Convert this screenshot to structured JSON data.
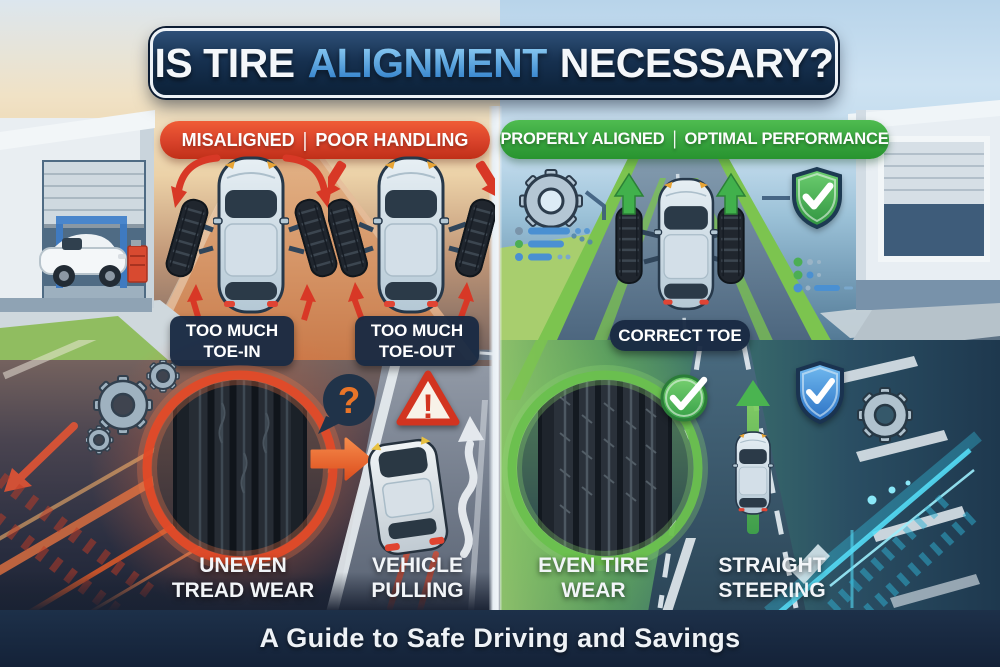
{
  "title": {
    "part1": "IS TIRE",
    "highlight": "ALIGNMENT",
    "part2": "NECESSARY?"
  },
  "headers": {
    "left": {
      "label1": "MISALIGNED",
      "separator": "|",
      "label2": "POOR HANDLING"
    },
    "right": {
      "label1": "PROPERLY ALIGNED",
      "separator": "|",
      "label2": "OPTIMAL PERFORMANCE"
    }
  },
  "left_panel": {
    "badge_toe_in": {
      "line1": "TOO MUCH",
      "line2": "TOE-IN"
    },
    "badge_toe_out": {
      "line1": "TOO MUCH",
      "line2": "TOE-OUT"
    },
    "question_mark": "?",
    "warning_mark": "!",
    "caption_tread": {
      "line1": "UNEVEN",
      "line2": "TREAD WEAR"
    },
    "caption_pulling": {
      "line1": "VEHICLE",
      "line2": "PULLING"
    }
  },
  "right_panel": {
    "badge_correct_toe": "CORRECT TOE",
    "caption_wear": {
      "line1": "EVEN TIRE",
      "line2": "WEAR"
    },
    "caption_steering": {
      "line1": "STRAIGHT",
      "line2": "STEERING"
    }
  },
  "footer": {
    "tagline": "A Guide to Safe Driving and Savings"
  },
  "icons": {
    "gear": "⚙",
    "shield_check_green": "🛡✓",
    "shield_check_blue": "🛡✓",
    "check_circle": "✓",
    "question_bubble": "?",
    "warning_triangle": "⚠",
    "up_arrow_green": "↑",
    "right_arrow_orange": "→",
    "curved_arrow_red": "↷",
    "wavy_arrow_white": "↝",
    "checklist": "≡"
  },
  "colors": {
    "banner_navy": "#16304f",
    "title_highlight_blue": "#4aa3e8",
    "misaligned_red": "#d8402a",
    "aligned_green": "#35a83c",
    "badge_navy": "#1e3350",
    "warning_red": "#d23420",
    "question_orange": "#e87428",
    "glow_orange": "#ef7038",
    "glow_cyan": "#46d2f0",
    "footer_navy": "#16253c"
  }
}
